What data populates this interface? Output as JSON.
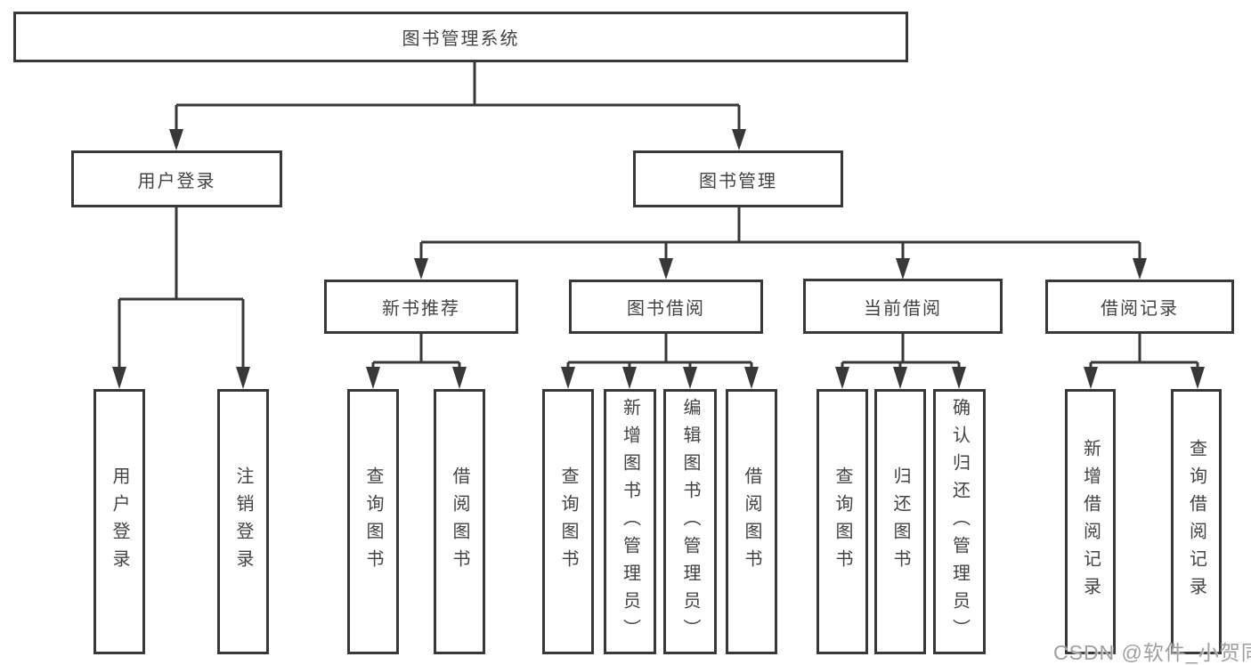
{
  "diagram": {
    "nodes": {
      "root": "图书管理系统",
      "user_login": "用户登录",
      "book_mgmt": "图书管理",
      "new_book_rec": "新书推荐",
      "book_borrow": "图书借阅",
      "current_borrow": "当前借阅",
      "borrow_records": "借阅记录",
      "leaf_user_login": "用户登录",
      "leaf_logout": "注销登录",
      "rec_query_books": "查询图书",
      "rec_borrow_books": "借阅图书",
      "bb_query_books": "查询图书",
      "bb_add_books": "新增图书（管理员）",
      "bb_edit_books": "编辑图书（管理员）",
      "bb_borrow_books": "借阅图书",
      "cb_query_books": "查询图书",
      "cb_return_books": "归还图书",
      "cb_confirm_return": "确认归还（管理员）",
      "br_add_record": "新增借阅记录",
      "br_query_record": "查询借阅记录"
    },
    "colors": {
      "line": "#383838",
      "text": "#434343",
      "box_background": "#ffffff",
      "page_background": "#ffffff",
      "watermark": "#9f9f9f"
    }
  },
  "watermark": {
    "text": "CSDN @软件_小贺同学"
  }
}
